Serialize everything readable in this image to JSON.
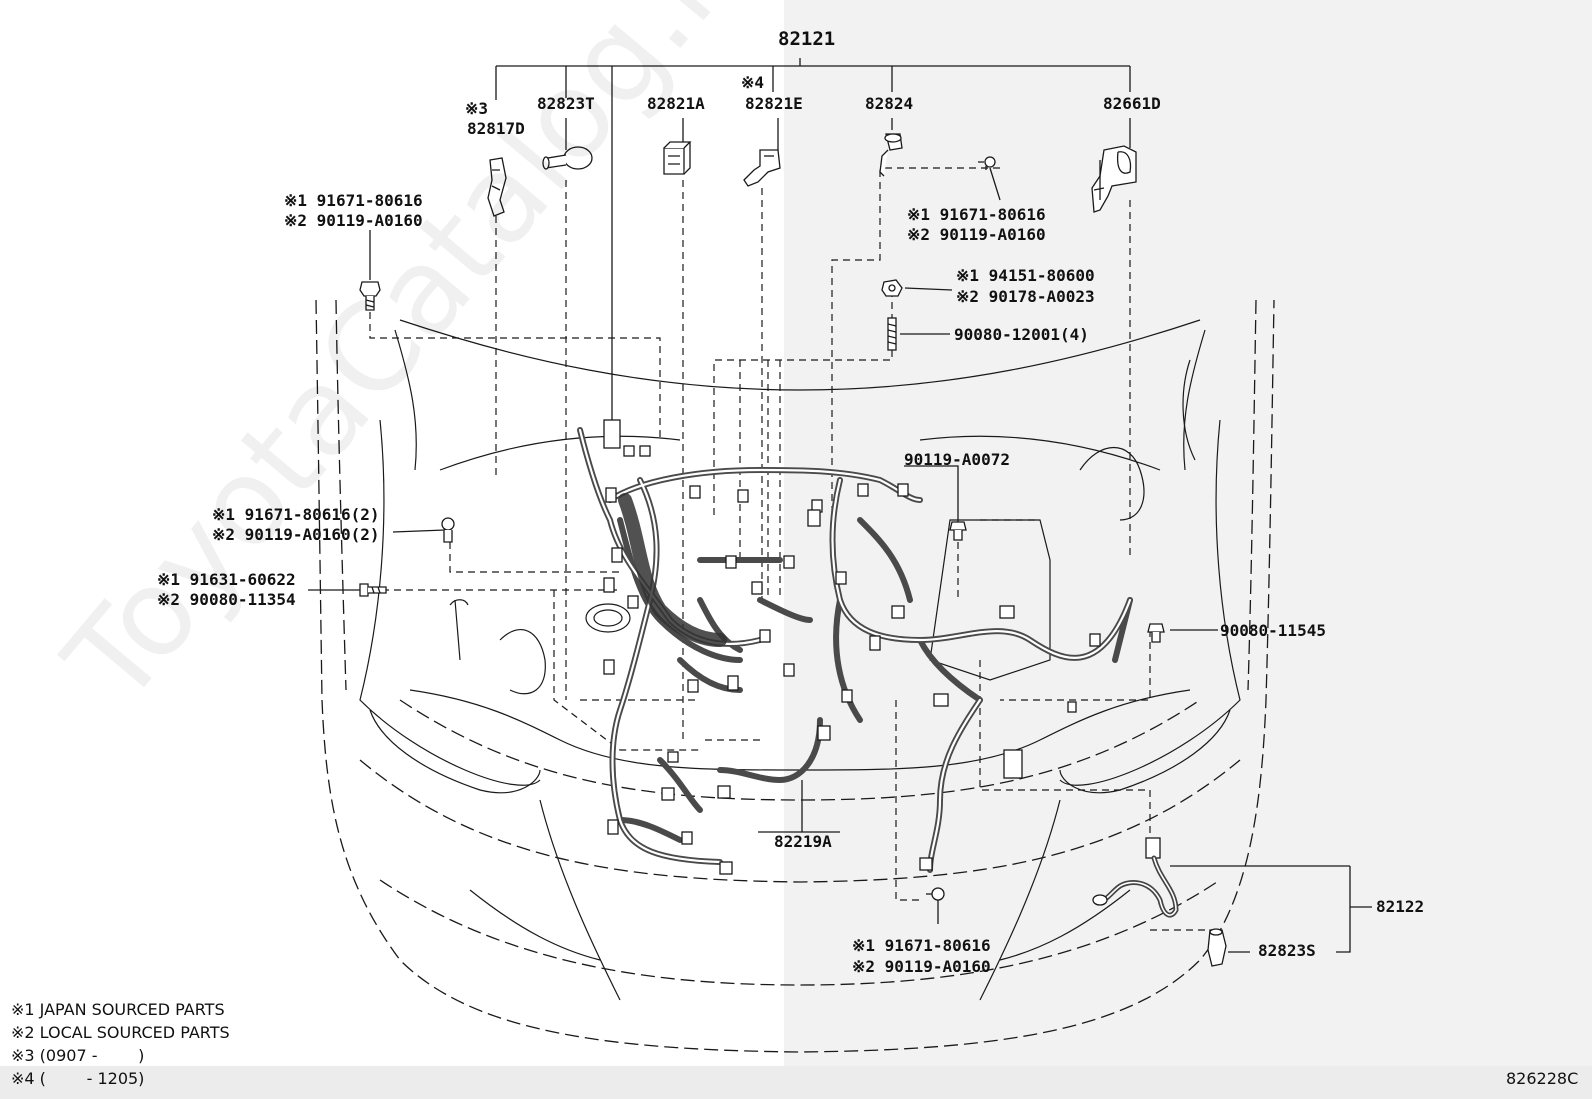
{
  "colors": {
    "line": "#1a1a1a",
    "harness": "#555555",
    "background_right": "#f2f2f2"
  },
  "watermark": "ToyotaCatalog.ru",
  "part_labels": {
    "p82121": "82121",
    "p82817D_mark": "※3",
    "p82817D": "82817D",
    "p82823T": "82823T",
    "p82821A": "82821A",
    "p82821E_mark": "※4",
    "p82821E": "82821E",
    "p82824": "82824",
    "p82661D": "82661D",
    "p82219A": "82219A",
    "p82122": "82122",
    "p82823S": "82823S"
  },
  "fastener_labels": {
    "left_top_1": "※1 91671-80616",
    "left_top_2": "※2 90119-A0160",
    "right_top_1": "※1 91671-80616",
    "right_top_2": "※2 90119-A0160",
    "nut_1": "※1 94151-80600",
    "nut_2": "※2 90178-A0023",
    "stud": "90080-12001(4)",
    "center_bolt": "90119-A0072",
    "left_mid_1": "※1 91671-80616(2)",
    "left_mid_2": "※2 90119-A0160(2)",
    "left_low_1": "※1 91631-60622",
    "left_low_2": "※2 90080-11354",
    "right_mid": "90080-11545",
    "bottom_1": "※1 91671-80616",
    "bottom_2": "※2 90119-A0160"
  },
  "legend": [
    "※1 JAPAN SOURCED PARTS",
    "※2 LOCAL SOURCED PARTS",
    "※3 (0907 -        )",
    "※4 (        - 1205)"
  ],
  "figure_code": "826228C"
}
